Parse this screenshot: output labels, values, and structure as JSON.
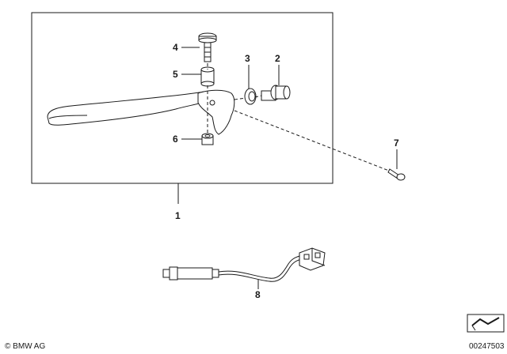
{
  "callouts": {
    "c1": "1",
    "c2": "2",
    "c3": "3",
    "c4": "4",
    "c5": "5",
    "c6": "6",
    "c7": "7",
    "c8": "8"
  },
  "footer": {
    "copyright": "© BMW AG",
    "document_number": "00247503"
  },
  "icons": {
    "corner": "pointer-sheet-icon"
  },
  "colors": {
    "line": "#1a1a1a",
    "part_fill": "#ffffff"
  }
}
